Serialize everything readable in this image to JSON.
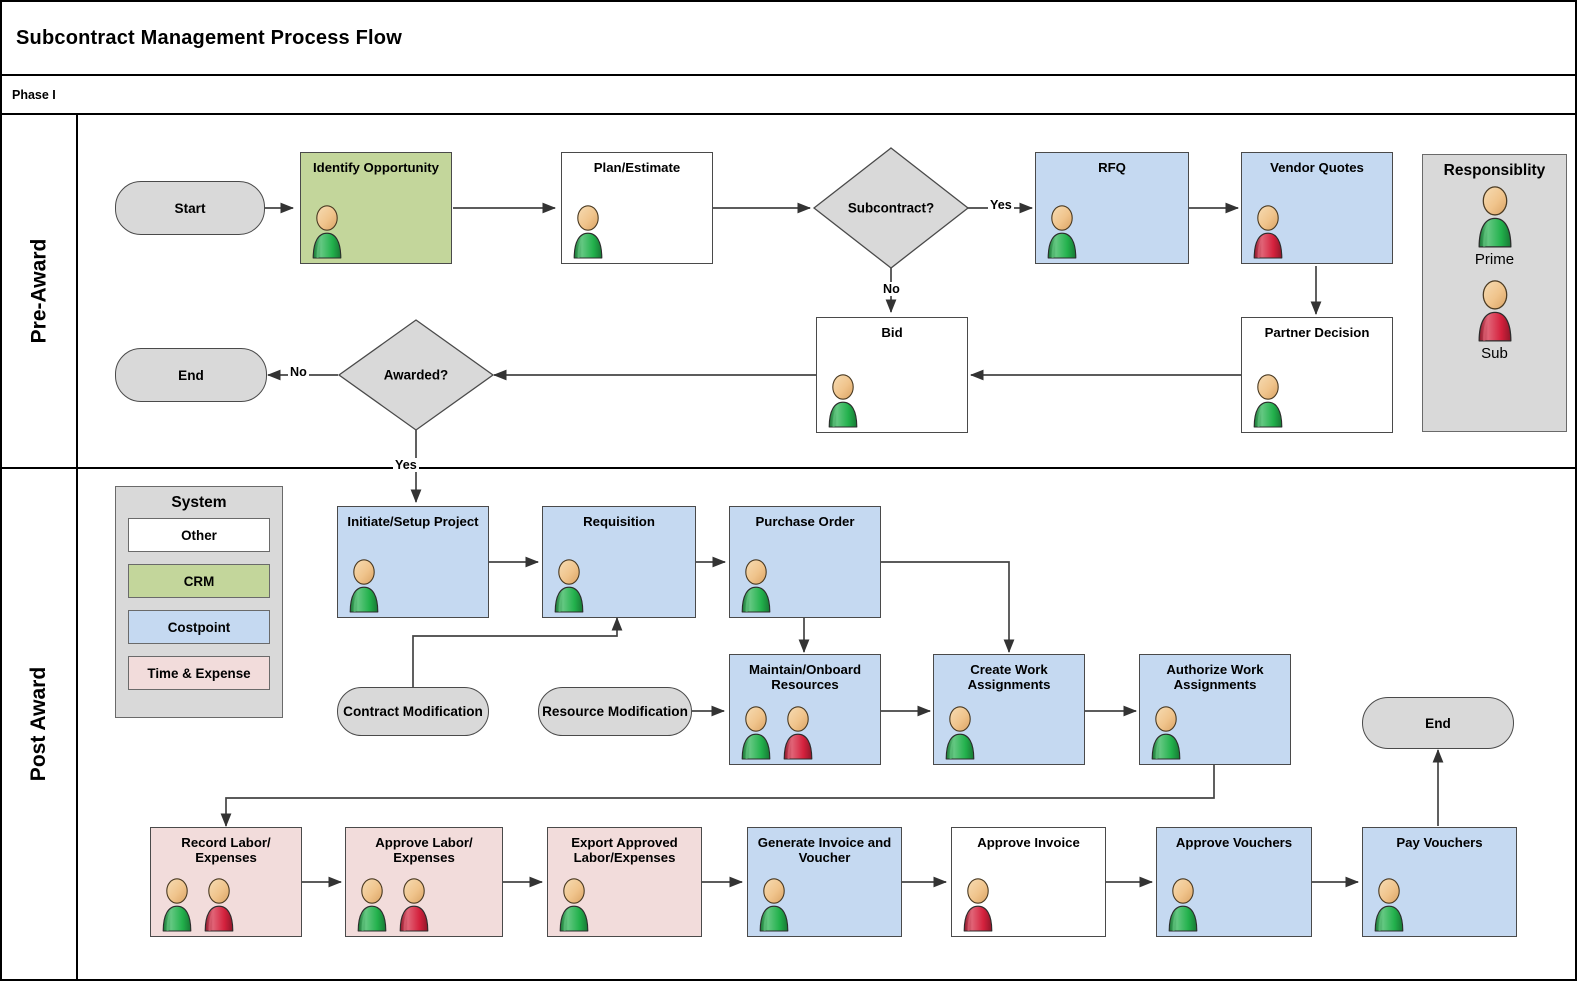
{
  "header": {
    "title": "Subcontract Management Process Flow",
    "phase": "Phase I"
  },
  "lanes": [
    {
      "id": "pre",
      "label": "Pre-Award"
    },
    {
      "id": "post",
      "label": "Post Award"
    }
  ],
  "legends": {
    "responsibility": {
      "title": "Responsiblity",
      "items": [
        {
          "label": "Prime",
          "icon": "person-icon",
          "color": "#22b14c"
        },
        {
          "label": "Sub",
          "icon": "person-icon",
          "color": "#d4213d"
        }
      ]
    },
    "system": {
      "title": "System",
      "items": [
        {
          "label": "Other",
          "color": "#ffffff"
        },
        {
          "label": "CRM",
          "color": "#c3d69b"
        },
        {
          "label": "Costpoint",
          "color": "#c5d9f1"
        },
        {
          "label": "Time & Expense",
          "color": "#f2dcdb"
        }
      ]
    }
  },
  "nodes": {
    "start_pre": {
      "label": "Start",
      "shape": "pill",
      "system": "Other",
      "actors": []
    },
    "identify": {
      "label": "Identify Opportunity",
      "shape": "process",
      "system": "CRM",
      "actors": [
        "Prime"
      ]
    },
    "plan": {
      "label": "Plan/Estimate",
      "shape": "process",
      "system": "Other",
      "actors": [
        "Prime"
      ]
    },
    "subcontract": {
      "label": "Subcontract?",
      "shape": "decision",
      "system": "Other",
      "actors": []
    },
    "rfq": {
      "label": "RFQ",
      "shape": "process",
      "system": "Costpoint",
      "actors": [
        "Prime"
      ]
    },
    "vendor_quotes": {
      "label": "Vendor Quotes",
      "shape": "process",
      "system": "Costpoint",
      "actors": [
        "Sub"
      ]
    },
    "partner_decision": {
      "label": "Partner Decision",
      "shape": "process",
      "system": "Other",
      "actors": [
        "Prime"
      ]
    },
    "bid": {
      "label": "Bid",
      "shape": "process",
      "system": "Other",
      "actors": [
        "Prime"
      ]
    },
    "awarded": {
      "label": "Awarded?",
      "shape": "decision",
      "system": "Other",
      "actors": []
    },
    "end_pre": {
      "label": "End",
      "shape": "pill",
      "system": "Other",
      "actors": []
    },
    "initiate": {
      "label": "Initiate/Setup Project",
      "shape": "process",
      "system": "Costpoint",
      "actors": [
        "Prime"
      ]
    },
    "requisition": {
      "label": "Requisition",
      "shape": "process",
      "system": "Costpoint",
      "actors": [
        "Prime"
      ]
    },
    "purchase_order": {
      "label": "Purchase Order",
      "shape": "process",
      "system": "Costpoint",
      "actors": [
        "Prime"
      ]
    },
    "contract_mod": {
      "label": "Contract Modification",
      "shape": "pill",
      "system": "Other",
      "actors": []
    },
    "resource_mod": {
      "label": "Resource Modification",
      "shape": "pill",
      "system": "Other",
      "actors": []
    },
    "maintain": {
      "label": "Maintain/Onboard Resources",
      "shape": "process",
      "system": "Costpoint",
      "actors": [
        "Prime",
        "Sub"
      ]
    },
    "create_work": {
      "label": "Create Work Assignments",
      "shape": "process",
      "system": "Costpoint",
      "actors": [
        "Prime"
      ]
    },
    "authorize_work": {
      "label": "Authorize Work Assignments",
      "shape": "process",
      "system": "Costpoint",
      "actors": [
        "Prime"
      ]
    },
    "end_post": {
      "label": "End",
      "shape": "pill",
      "system": "Other",
      "actors": []
    },
    "record_labor": {
      "label": "Record Labor/ Expenses",
      "shape": "process",
      "system": "Time & Expense",
      "actors": [
        "Prime",
        "Sub"
      ]
    },
    "approve_labor": {
      "label": "Approve Labor/ Expenses",
      "shape": "process",
      "system": "Time & Expense",
      "actors": [
        "Prime",
        "Sub"
      ]
    },
    "export_labor": {
      "label": "Export Approved Labor/Expenses",
      "shape": "process",
      "system": "Time & Expense",
      "actors": [
        "Prime"
      ]
    },
    "generate_invoice": {
      "label": "Generate Invoice and Voucher",
      "shape": "process",
      "system": "Costpoint",
      "actors": [
        "Prime"
      ]
    },
    "approve_invoice": {
      "label": "Approve Invoice",
      "shape": "process",
      "system": "Other",
      "actors": [
        "Sub"
      ]
    },
    "approve_vouchers": {
      "label": "Approve Vouchers",
      "shape": "process",
      "system": "Costpoint",
      "actors": [
        "Prime"
      ]
    },
    "pay_vouchers": {
      "label": "Pay Vouchers",
      "shape": "process",
      "system": "Costpoint",
      "actors": [
        "Prime"
      ]
    }
  },
  "edge_labels": {
    "subcontract_yes": "Yes",
    "subcontract_no": "No",
    "awarded_no": "No",
    "awarded_yes": "Yes"
  },
  "colors": {
    "crm": "#c3d69b",
    "costpoint": "#c5d9f1",
    "time_expense": "#f2dcdb",
    "other": "#ffffff",
    "terminator": "#d9d9d9",
    "decision": "#d9d9d9",
    "legend_bg": "#d9d9d9",
    "prime": "#22b14c",
    "sub": "#d4213d",
    "connector": "#404040",
    "border": "#4a4a4a"
  }
}
